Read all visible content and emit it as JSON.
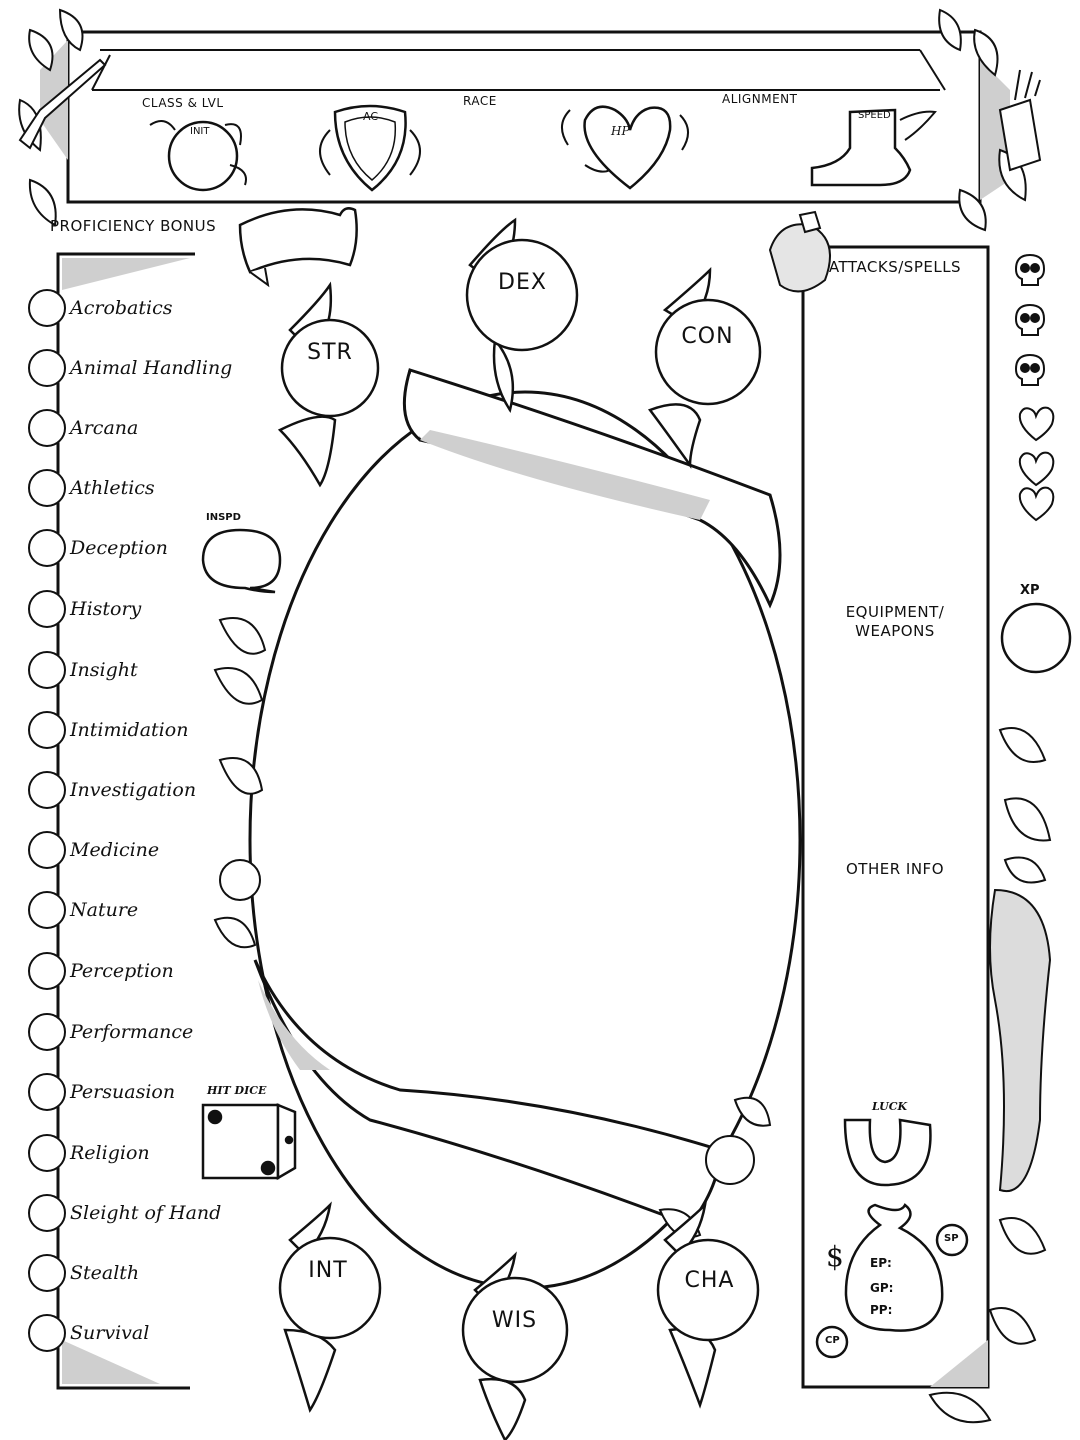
{
  "header": {
    "class_lvl": "CLASS & LVL",
    "race": "RACE",
    "alignment": "ALIGNMENT",
    "init": "INIT",
    "ac": "AC",
    "hp": "HP",
    "speed": "SPEED"
  },
  "proficiency_bonus": "PROFICIENCY BONUS",
  "skills": [
    "Acrobatics",
    "Animal Handling",
    "Arcana",
    "Athletics",
    "Deception",
    "History",
    "Insight",
    "Intimidation",
    "Investigation",
    "Medicine",
    "Nature",
    "Perception",
    "Performance",
    "Persuasion",
    "Religion",
    "Sleight of Hand",
    "Stealth",
    "Survival"
  ],
  "stats": {
    "str": "STR",
    "dex": "DEX",
    "con": "CON",
    "int": "INT",
    "wis": "WIS",
    "cha": "CHA"
  },
  "inspiration": "INSPD",
  "hit_dice": "HIT DICE",
  "panel": {
    "attacks": "ATTACKS/SPELLS",
    "equipment_line1": "EQUIPMENT/",
    "equipment_line2": "WEAPONS",
    "other_info": "OTHER INFO",
    "luck": "LUCK"
  },
  "xp": "XP",
  "coins": {
    "symbol": "$",
    "ep": "EP:",
    "gp": "GP:",
    "pp": "PP:",
    "sp": "SP",
    "cp": "CP"
  },
  "death_saves": {
    "skull_icon_count": 3,
    "heart_icon_count": 3
  }
}
